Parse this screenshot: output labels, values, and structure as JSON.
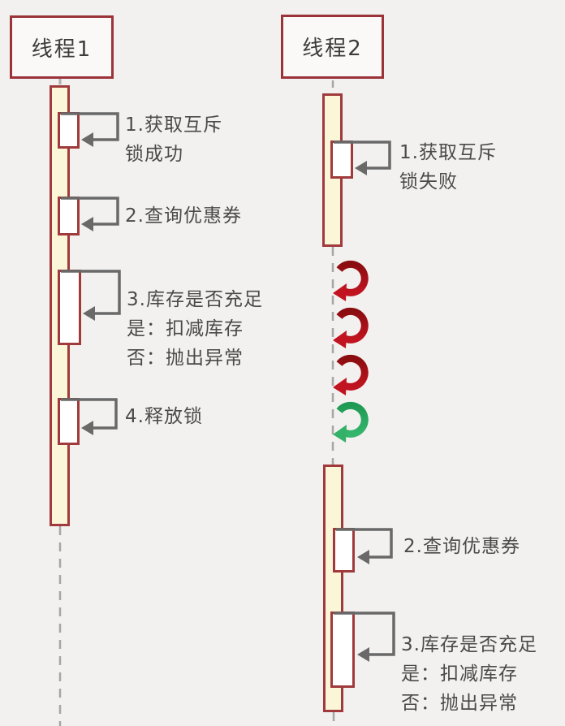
{
  "diagram": {
    "threads": [
      {
        "title": "线程1",
        "steps": [
          {
            "label": "1.获取互斥\n锁成功"
          },
          {
            "label": "2.查询优惠券"
          },
          {
            "label": "3.库存是否充足\n是：扣减库存\n否：抛出异常"
          },
          {
            "label": "4.释放锁"
          }
        ]
      },
      {
        "title": "线程2",
        "steps": [
          {
            "label": "1.获取互斥\n锁失败"
          },
          {
            "label": "2.查询优惠券"
          },
          {
            "label": "3.库存是否充足\n是：扣减库存\n否：抛出异常"
          }
        ]
      }
    ],
    "icons": {
      "retry_red_arrow_count": 3,
      "success_green_arrow_count": 1
    },
    "colors": {
      "background": "#f2f1ef",
      "header_border": "#9b3339",
      "activation_fill": "#fcf6d8",
      "activation_border": "#a03a3c",
      "self_arrow_gray": "#696969",
      "lifeline_gray": "#a6a6a6",
      "retry_red": "#b01019",
      "success_green": "#2aa55f",
      "label_text": "#4a4a4a"
    }
  }
}
